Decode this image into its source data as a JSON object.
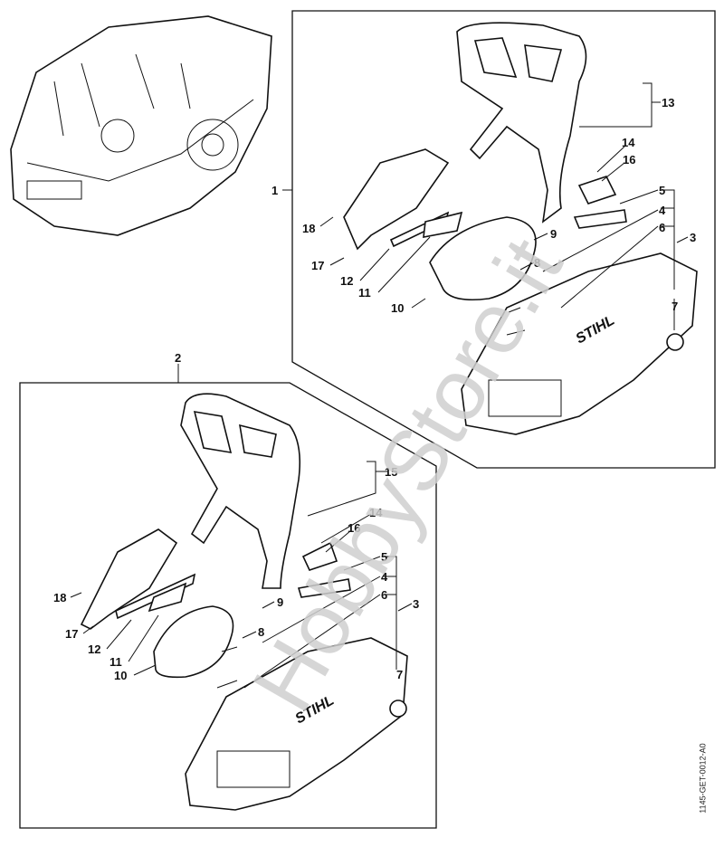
{
  "watermark": "HobbyStore.it",
  "drawing_code": "1145-GET-0012-A0",
  "group_labels": {
    "top": "1",
    "bottom": "2"
  },
  "top_callouts": [
    "13",
    "14",
    "16",
    "5",
    "4",
    "6",
    "3",
    "9",
    "8",
    "7",
    "18",
    "17",
    "12",
    "11",
    "10"
  ],
  "bottom_callouts": [
    "15",
    "14",
    "16",
    "5",
    "4",
    "6",
    "3",
    "9",
    "8",
    "7",
    "18",
    "17",
    "12",
    "11",
    "10"
  ],
  "brand_on_parts": "STIHL"
}
